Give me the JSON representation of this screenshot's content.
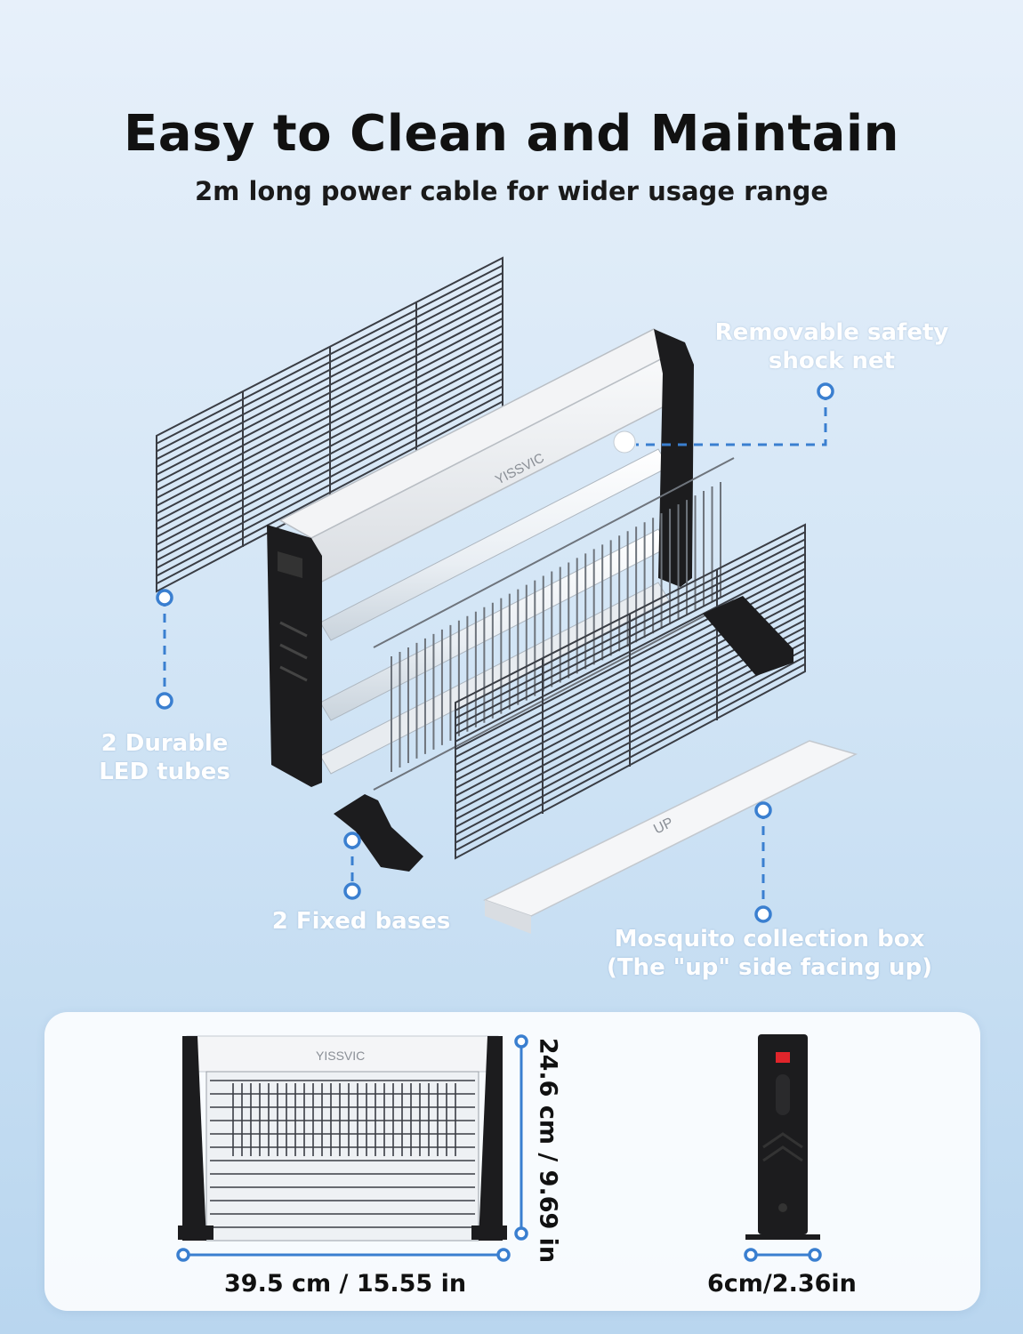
{
  "header": {
    "title": "Easy to Clean and Maintain",
    "subtitle": "2m long power cable for wider usage range"
  },
  "callouts": {
    "safety_net": "Removable safety shock net",
    "led_tubes": "2 Durable LED tubes",
    "fixed_bases": "2 Fixed bases",
    "collection_box_line1": "Mosquito collection box",
    "collection_box_line2": "(The \"up\" side facing up)"
  },
  "product": {
    "brand": "YISSVIC",
    "tray_label": "UP"
  },
  "dimensions": {
    "width": "39.5 cm / 15.55 in",
    "height": "24.6 cm / 9.69 in",
    "depth": "6cm/2.36in"
  },
  "colors": {
    "accent": "#3a7fd0",
    "frame": "#1c1c1e",
    "housing": "#eef0f2"
  }
}
